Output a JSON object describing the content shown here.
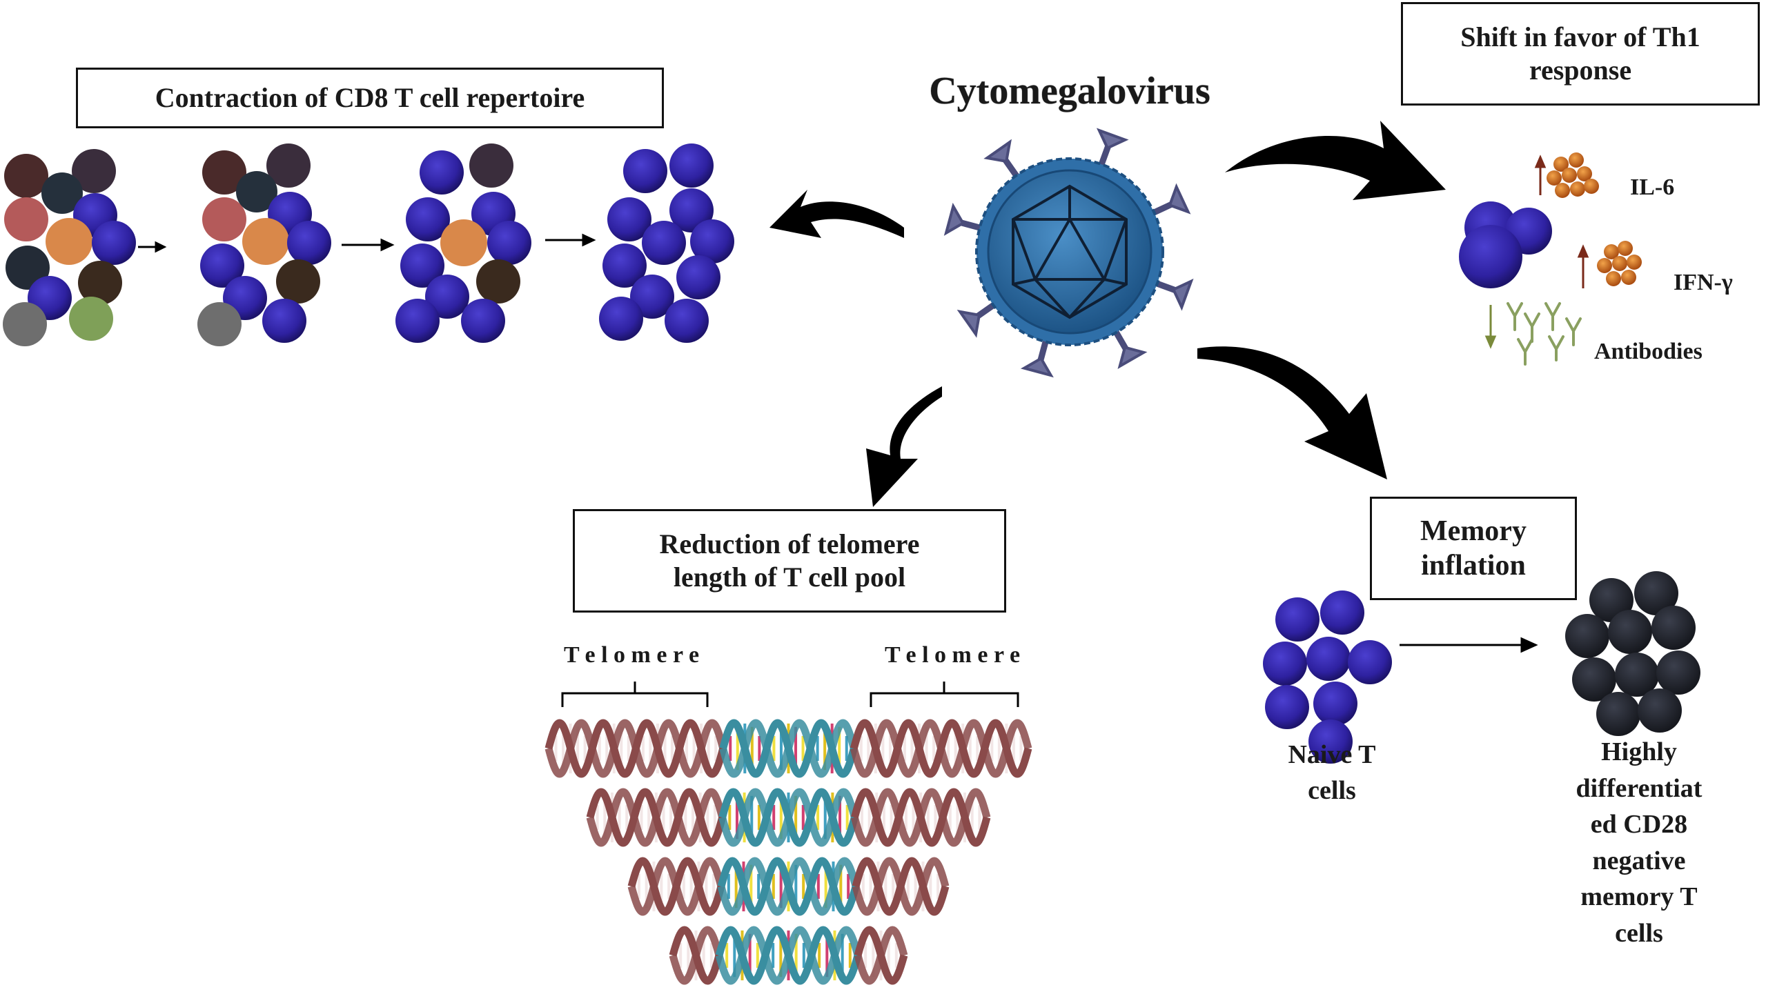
{
  "title": "Cytomegalovirus",
  "boxes": {
    "contraction": "Contraction of CD8 T cell repertoire",
    "th1_line1": "Shift in favor of Th1",
    "th1_line2": "response",
    "telomere_line1": "Reduction of telomere",
    "telomere_line2": "length of T cell pool",
    "memory_line1": "Memory",
    "memory_line2": "inflation"
  },
  "cytokines": {
    "il6": "IL-6",
    "ifn": "IFN-γ",
    "antibodies": "Antibodies"
  },
  "telomere_labels": [
    "T e l o m e r e",
    "T e l o m e r e"
  ],
  "naive": [
    "Naive T",
    "cells"
  ],
  "differentiated": [
    "Highly",
    "differentiat",
    "ed CD28",
    "negative",
    "memory T",
    "cells"
  ],
  "colors": {
    "cell_blue": "#3b2ab0",
    "cell_dark": "#2a2d36",
    "virus": "#2f6fa8",
    "spike": "#4a4c7a",
    "dna_telomere": "#8a4a4a",
    "dna_core": "#3a8ea0",
    "cytokine": "#c8651e",
    "antibody": "#8aa060",
    "up_arrow": "#7a2a1a",
    "down_arrow": "#7a8a3a"
  }
}
